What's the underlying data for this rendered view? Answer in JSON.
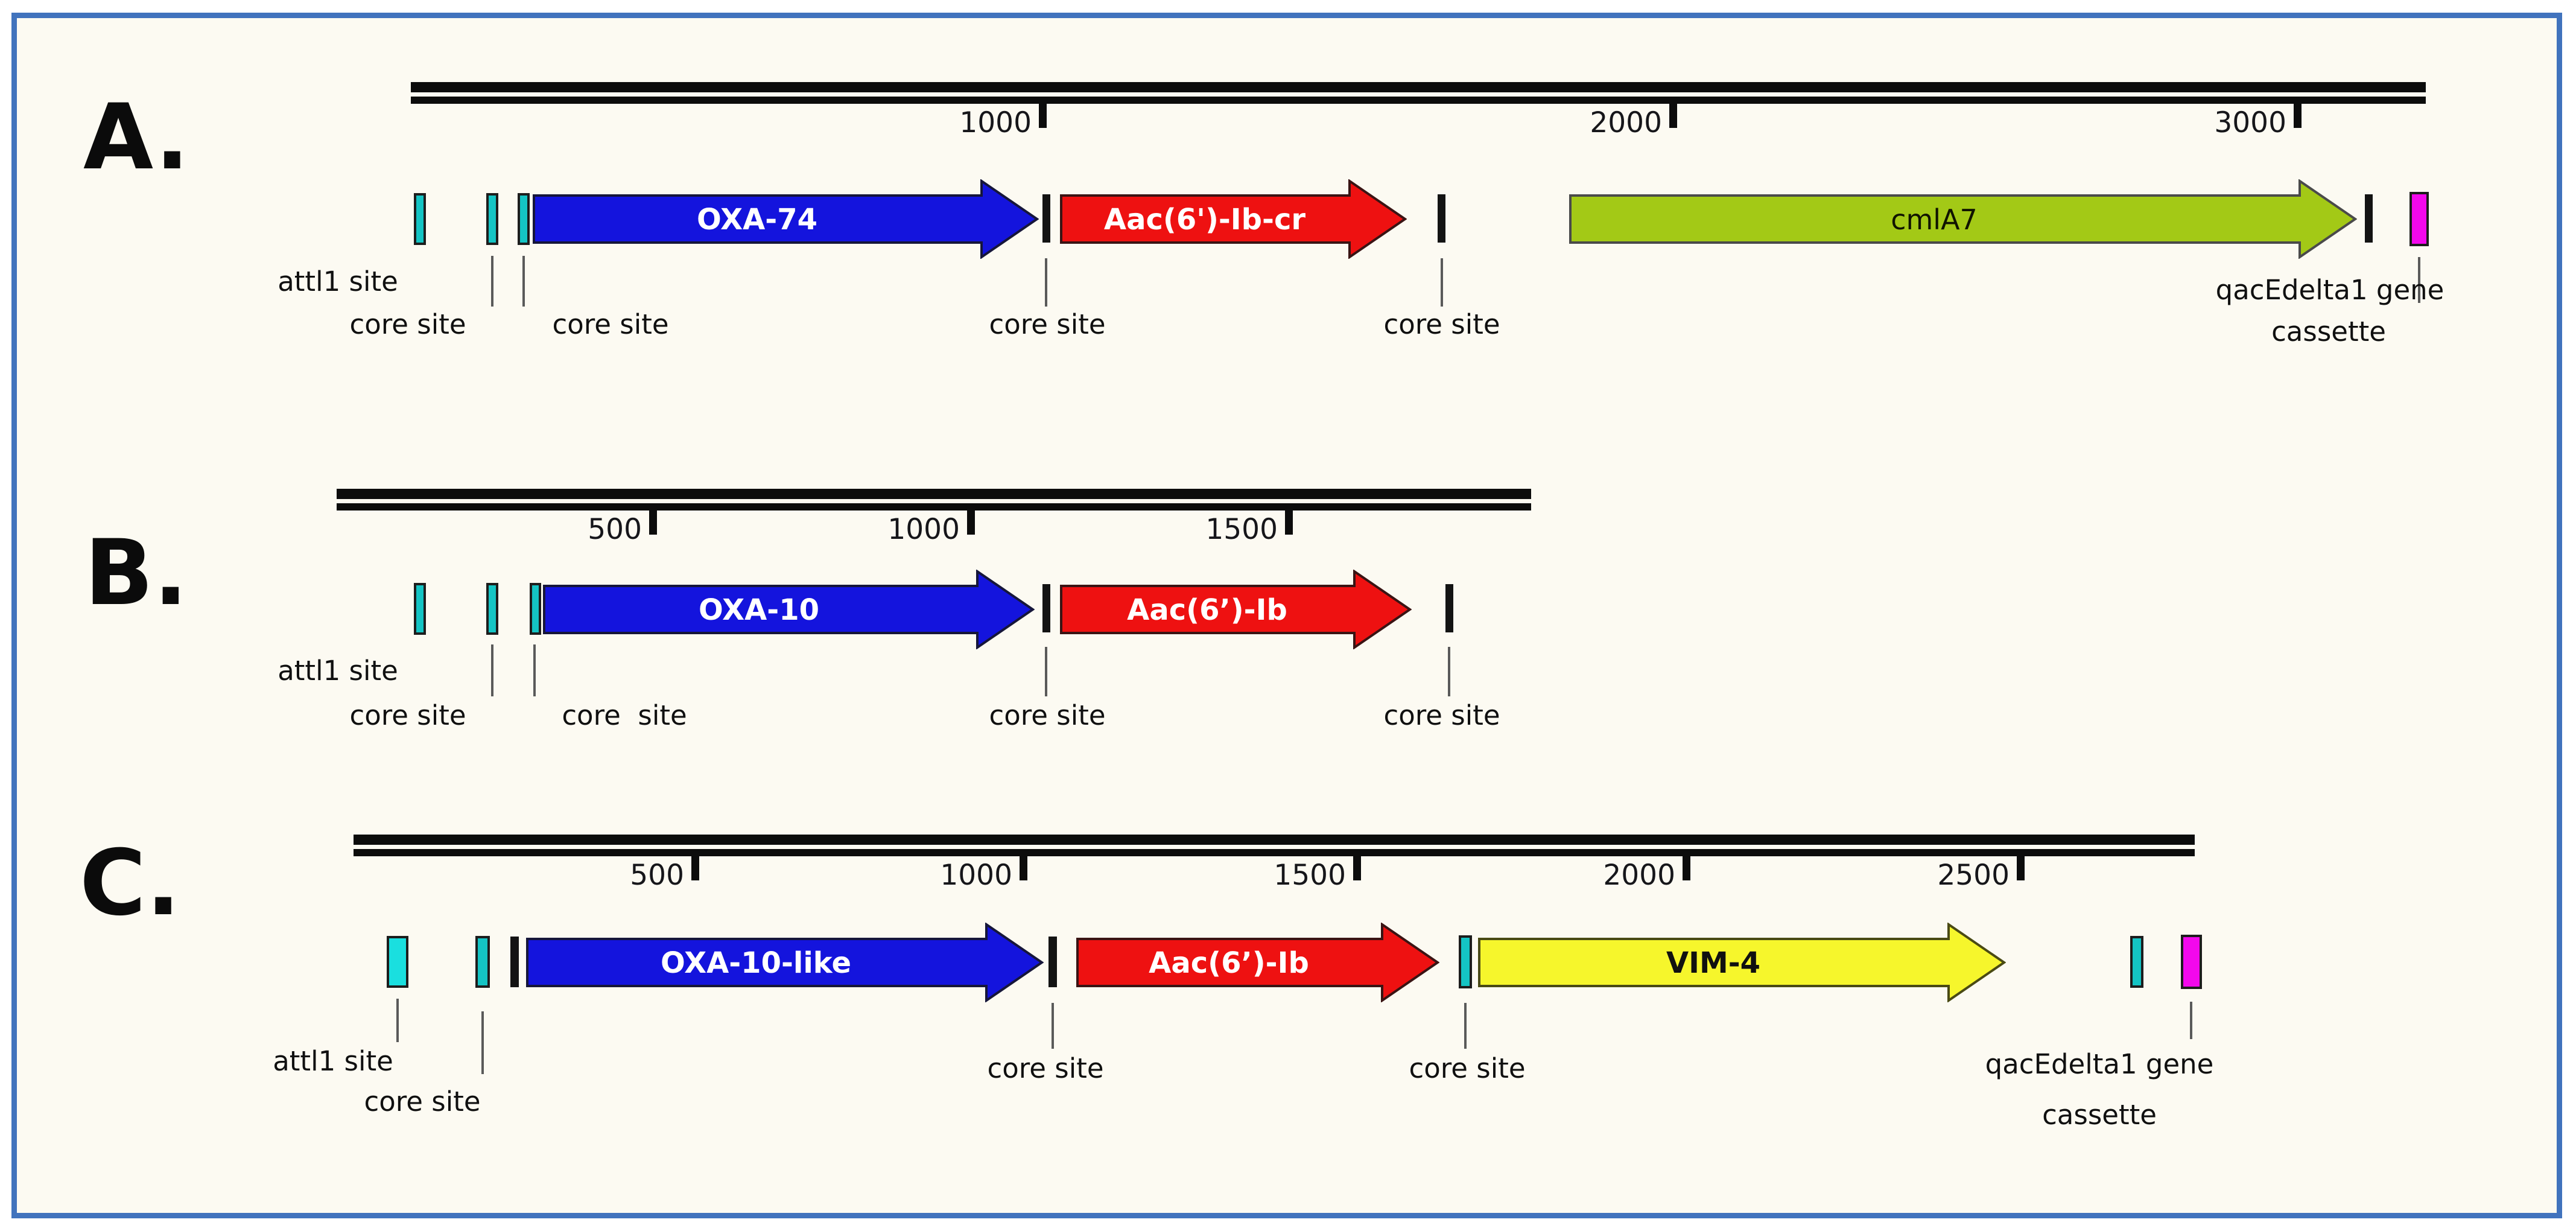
{
  "figure": {
    "title": "Integron gene cassette maps",
    "background_color": "#fcfaf2",
    "border_color": "#4173bd",
    "site_colors": {
      "att_core_teal": "#14c4c4",
      "attl1_bright_cyan": "#1adfdf",
      "qacE_magenta": "#f308ec",
      "core_tick_black": "#131313"
    },
    "gene_colors": {
      "oxa_blue": "#1414dd",
      "aac_red": "#ee1111",
      "cmlA7_green": "#a3c916",
      "vim4_yellow": "#f6f62c"
    },
    "labels": {
      "attl1_site": "attl1 site",
      "core_site": "core site",
      "core_site_wide": "core  site",
      "cassette_line1": "qacEdelta1 gene",
      "cassette_line2": "cassette"
    },
    "panels": [
      {
        "id": "A",
        "label": "A.",
        "ruler_ticks": [
          "1000",
          "2000",
          "3000"
        ],
        "genes": [
          {
            "name": "OXA-74"
          },
          {
            "name": "Aac(6')-Ib-cr"
          },
          {
            "name": "cmlA7"
          }
        ]
      },
      {
        "id": "B",
        "label": "B.",
        "ruler_ticks": [
          "500",
          "1000",
          "1500"
        ],
        "genes": [
          {
            "name": "OXA-10"
          },
          {
            "name": "Aac(6’)-Ib"
          }
        ]
      },
      {
        "id": "C",
        "label": "C.",
        "ruler_ticks": [
          "500",
          "1000",
          "1500",
          "2000",
          "2500"
        ],
        "genes": [
          {
            "name": "OXA-10-like"
          },
          {
            "name": "Aac(6’)-Ib"
          },
          {
            "name": "VIM-4"
          }
        ]
      }
    ]
  }
}
